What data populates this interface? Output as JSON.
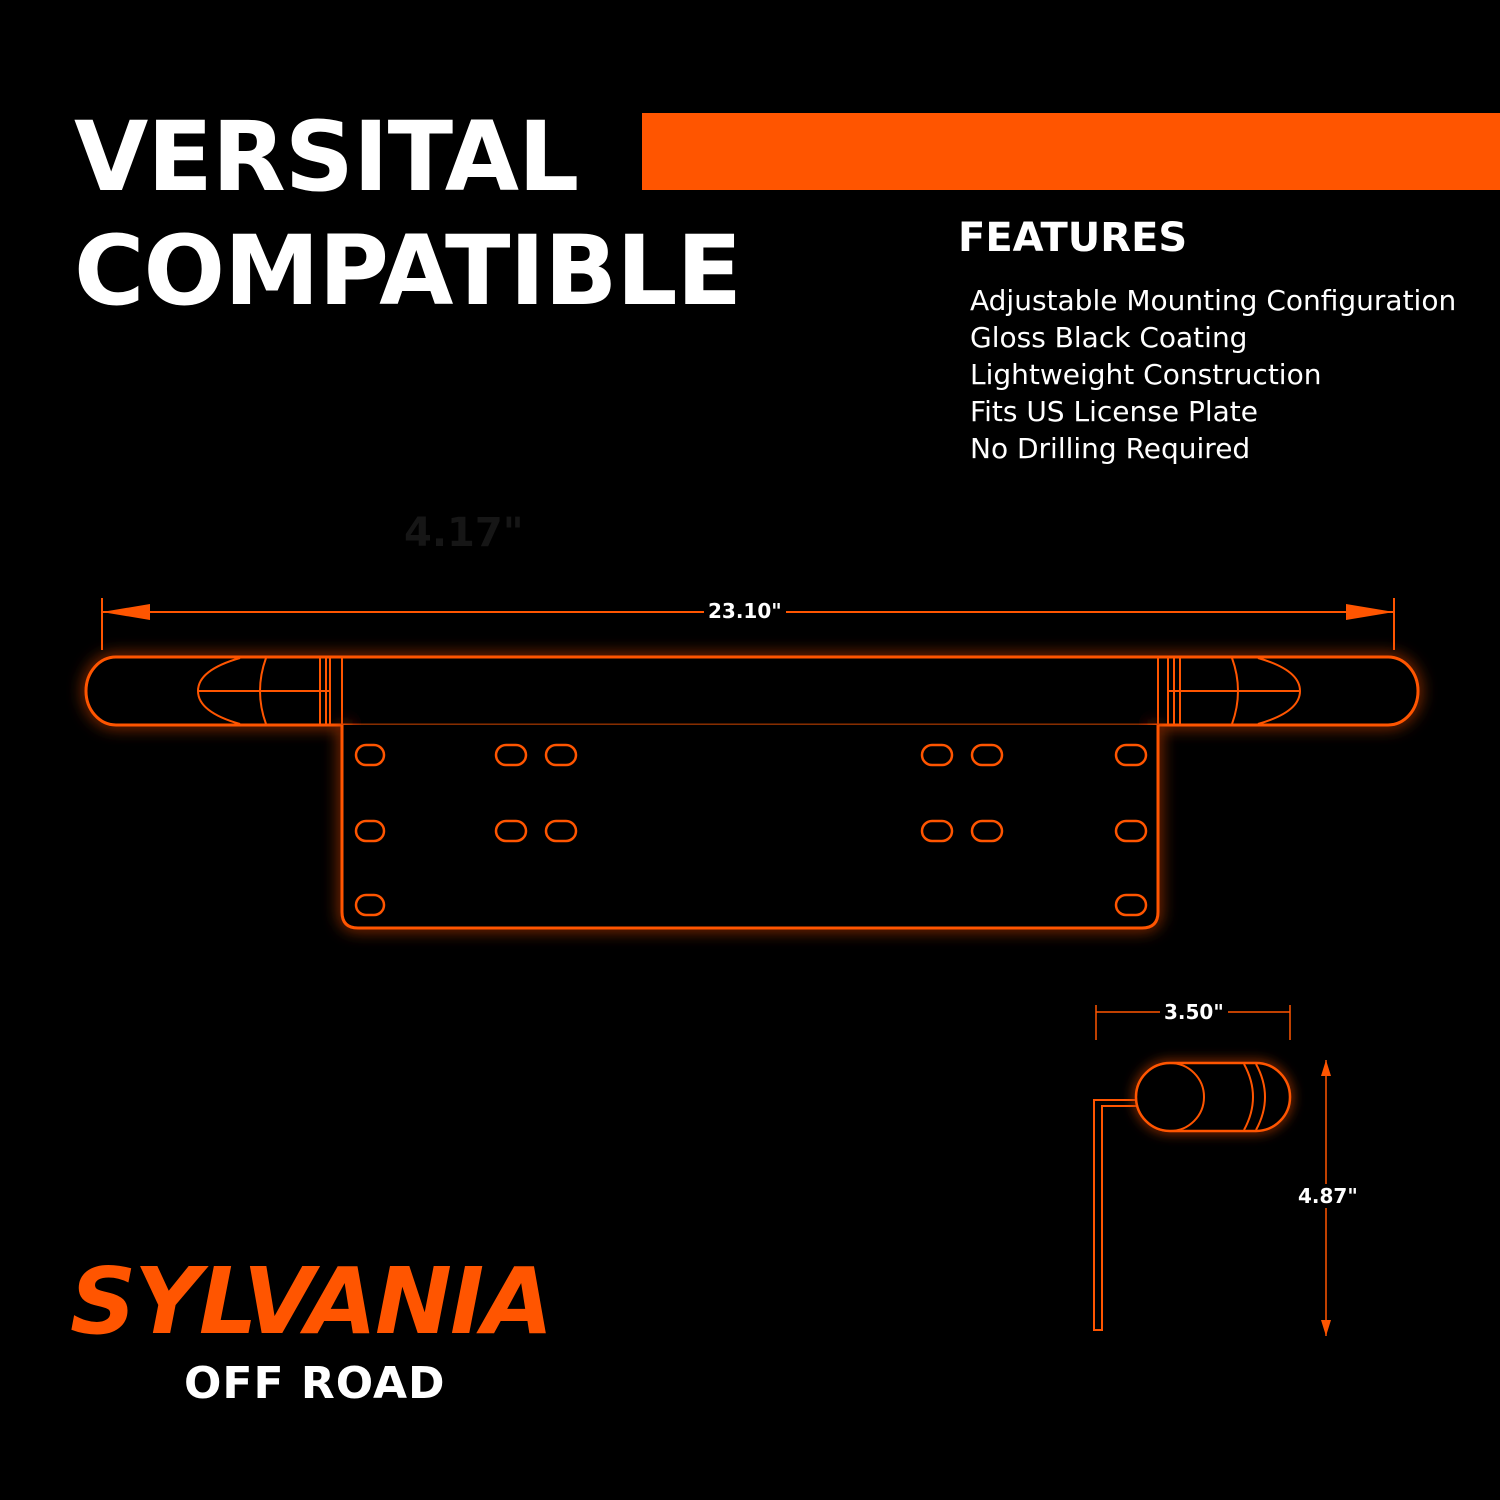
{
  "headline": {
    "line1": "VERSITAL",
    "line2": "COMPATIBLE"
  },
  "features": {
    "title": "FEATURES",
    "items": [
      "Adjustable Mounting Configuration",
      "Gloss Black Coating",
      "Lightweight Construction",
      "Fits US License Plate",
      "No Drilling Required"
    ]
  },
  "dimensions": {
    "ghost": "4.17\"",
    "length": "23.10\"",
    "depth": "3.50\"",
    "height": "4.87\""
  },
  "brand": {
    "name": "SYLVANIA",
    "sub": "OFF ROAD"
  },
  "colors": {
    "accent": "#ff5500",
    "background": "#000000",
    "text": "#ffffff"
  }
}
